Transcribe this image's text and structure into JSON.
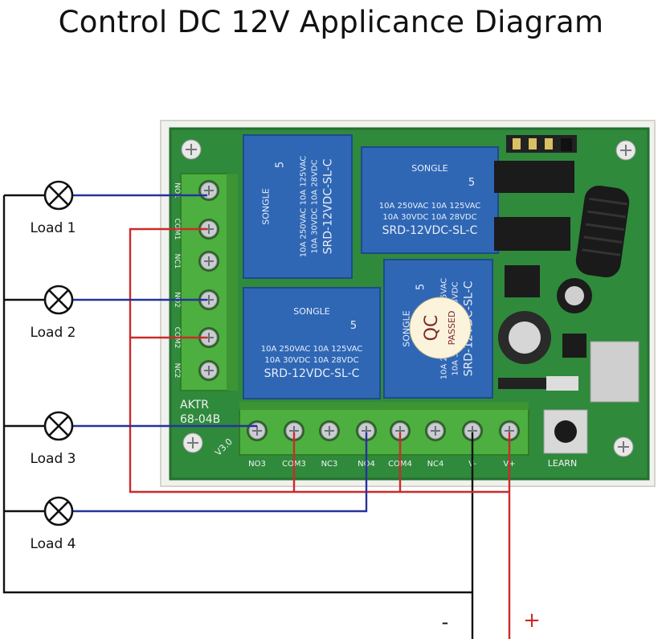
{
  "title": "Control DC 12V Applicance Diagram",
  "loads": [
    "Load 1",
    "Load 2",
    "Load 3",
    "Load 4"
  ],
  "polarity": {
    "negative": "-",
    "positive": "+"
  },
  "board": {
    "model_top": "AKTR",
    "model_bottom": "68-04B",
    "version": "V3.0",
    "learn_label": "LEARN",
    "left_terminals": [
      "NO1",
      "COM1",
      "NC1",
      "NO2",
      "COM2",
      "NC2"
    ],
    "bottom_terminals": [
      "NO3",
      "COM3",
      "NC3",
      "NO4",
      "COM4",
      "NC4",
      "V-",
      "V+"
    ]
  },
  "relay": {
    "brand": "SONGLE",
    "rating_line1": "10A 250VAC  10A 125VAC",
    "rating_line2": "10A  30VDC  10A  28VDC",
    "model": "SRD-12VDC-SL-C",
    "coil": "5"
  },
  "qc_stamp": {
    "top": "QC",
    "bottom": "PASSED"
  },
  "colors": {
    "board": "#2f8a3c",
    "relay": "#2f67b5",
    "terminal": "#4caf3f",
    "wire_red": "#cc2a2a",
    "wire_blue": "#26339c",
    "wire_black": "#111111"
  }
}
